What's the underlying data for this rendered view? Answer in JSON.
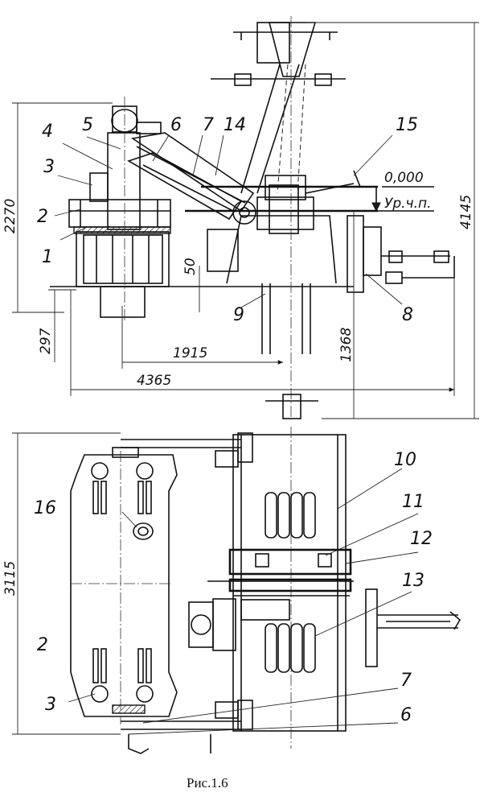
{
  "figure": {
    "caption": "Рис.1.6",
    "top_view_labels": [
      "1",
      "2",
      "3",
      "4",
      "5",
      "6",
      "7",
      "14",
      "15",
      "9",
      "8"
    ],
    "bottom_view_labels": [
      "10",
      "11",
      "12",
      "13",
      "16",
      "2",
      "3",
      "7",
      "6"
    ],
    "level_mark": "0,000",
    "level_text": "Ур.ч.п.",
    "dimensions": {
      "d2270": "2270",
      "d297": "297",
      "d50": "50",
      "d1915": "1915",
      "d4365": "4365",
      "d1368": "1368",
      "d4145": "4145",
      "d3115": "3115"
    }
  }
}
